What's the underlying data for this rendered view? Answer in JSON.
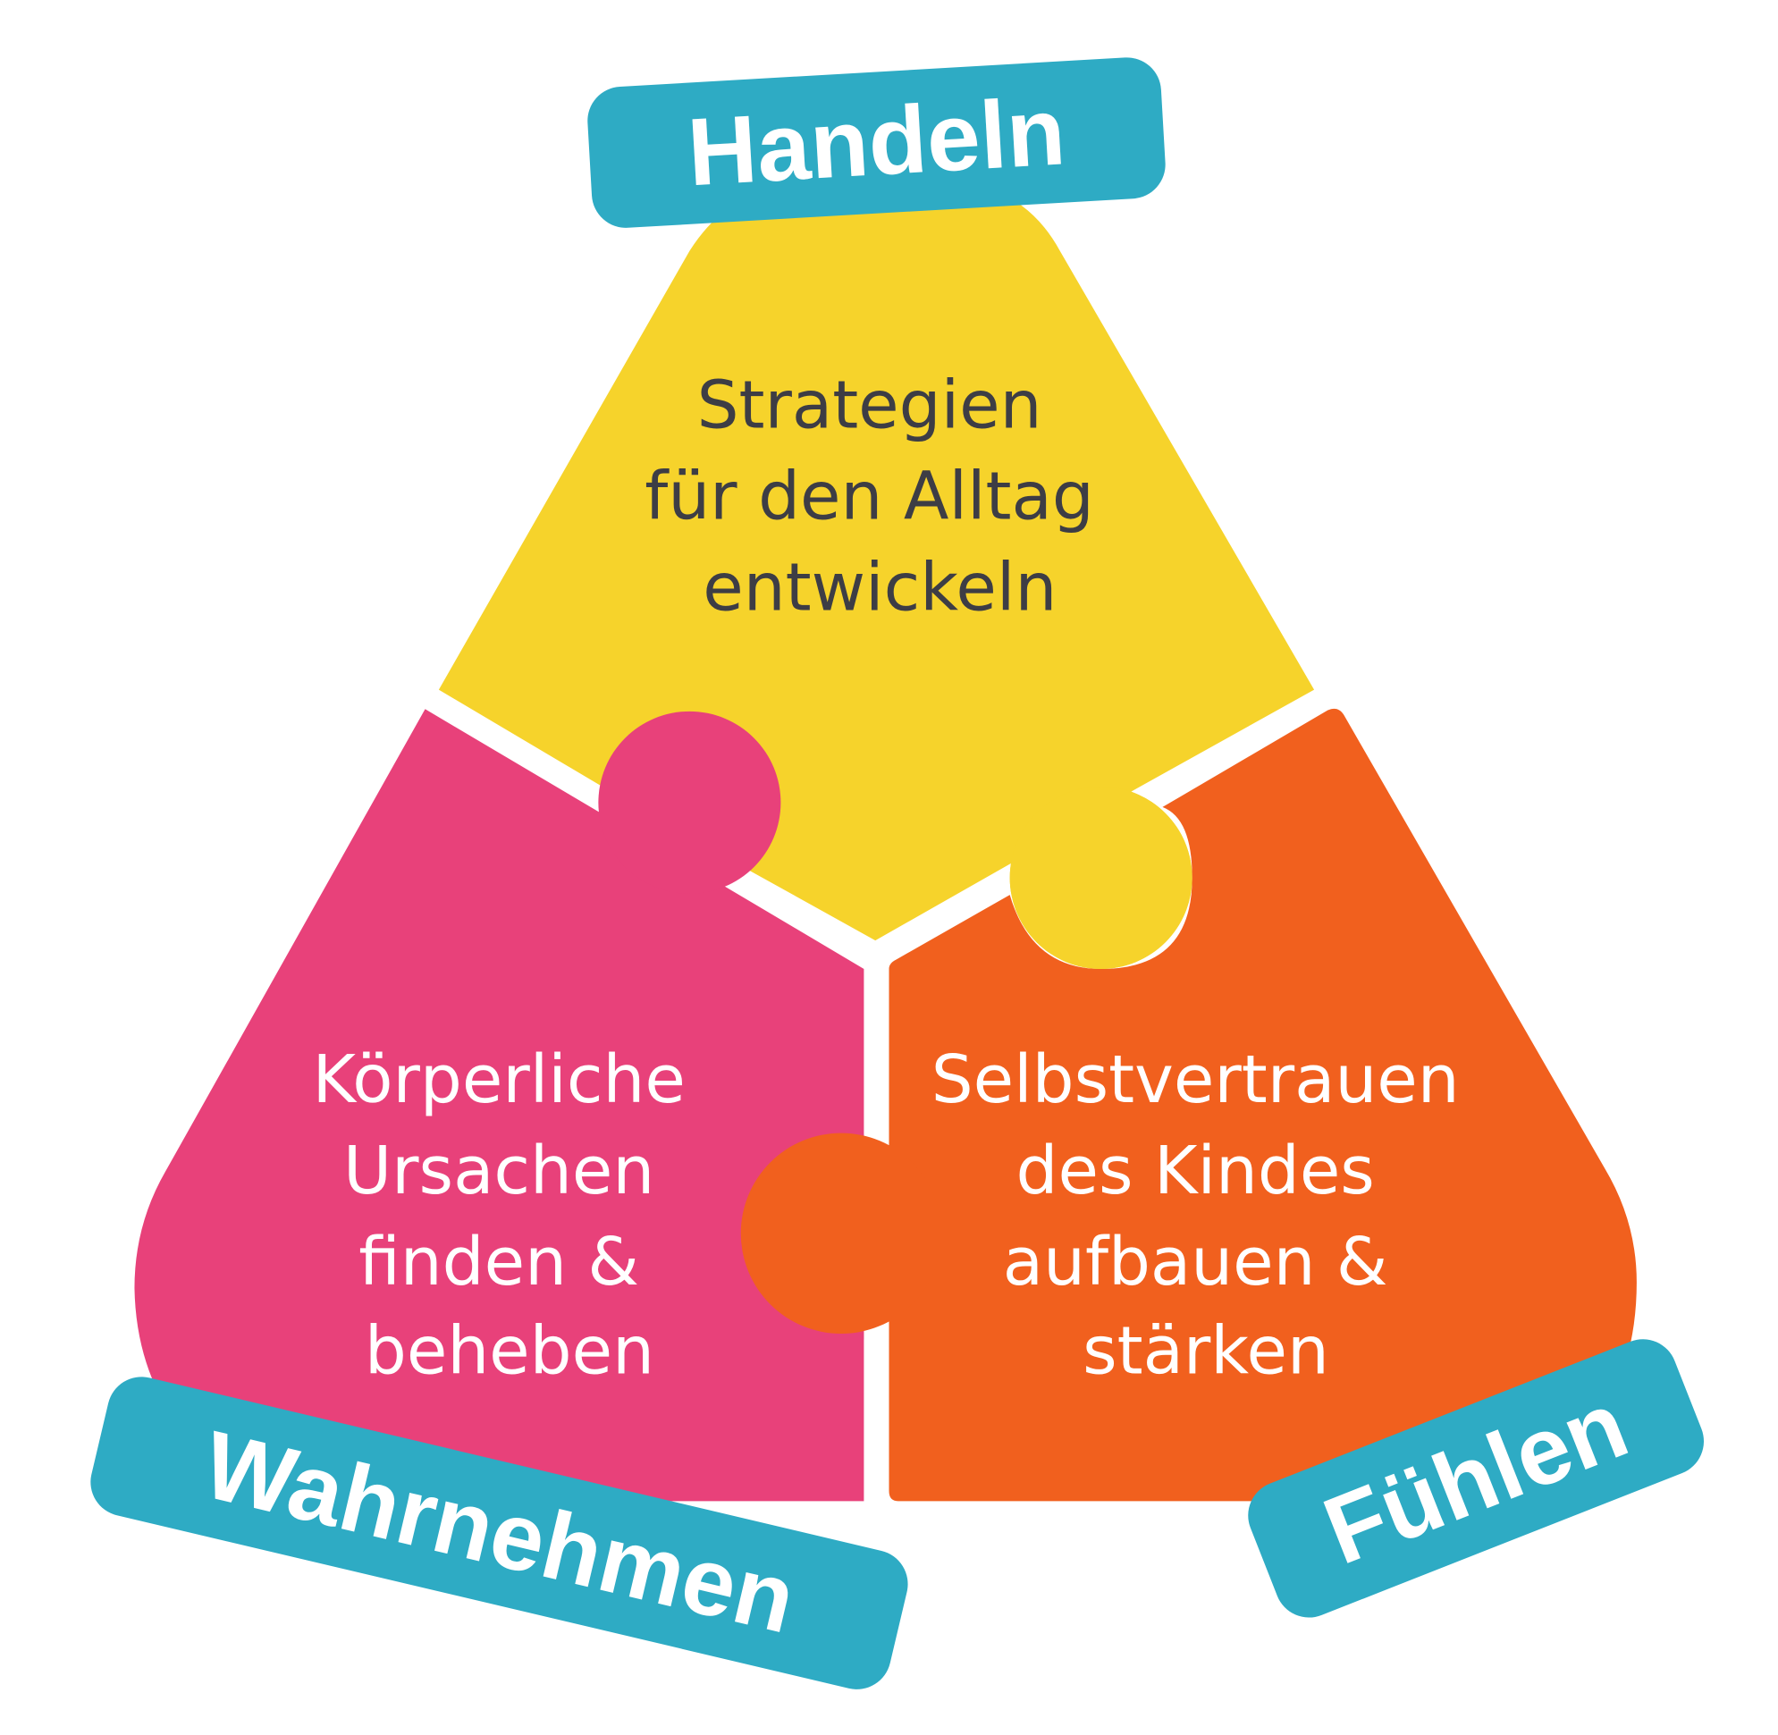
{
  "colors": {
    "yellow": "#F6D32B",
    "pink": "#E8417A",
    "orange": "#F1601E",
    "teal": "#2EABC4",
    "dark_text": "#3D3D45",
    "light_text": "#FFFFFF"
  },
  "labels": {
    "top": "Handeln",
    "left": "Wahrnehmen",
    "right": "Fühlen"
  },
  "pieces": {
    "yellow": {
      "lines": [
        "Strategien",
        "für den Alltag",
        "entwickeln"
      ]
    },
    "pink": {
      "lines": [
        "Körperliche",
        "Ursachen",
        "finden &",
        "beheben"
      ]
    },
    "orange": {
      "lines": [
        "Selbstvertrauen",
        "des Kindes",
        "aufbauen &",
        "stärken"
      ]
    }
  }
}
